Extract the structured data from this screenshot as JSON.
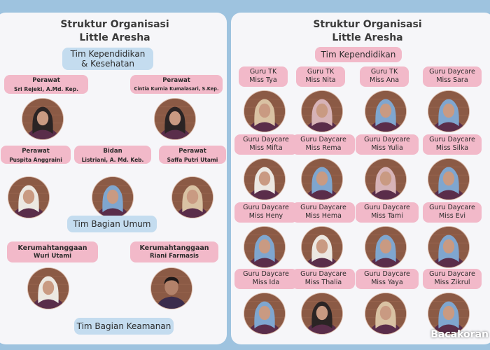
{
  "left": {
    "title_line1": "Struktur Organisasi",
    "title_line2": "Little Aresha",
    "section_health_line1": "Tim Kependidikan",
    "section_health_line2": "& Kesehatan",
    "staff": [
      {
        "role": "Perawat",
        "name": "Sri Rejeki, A.Md. Kep.",
        "avatar": "hijab-black-icon"
      },
      {
        "role": "Perawat",
        "name": "Cintia Kurnia Kumalasari, S.Kep.",
        "avatar": "hijab-black-icon"
      },
      {
        "role": "Perawat",
        "name": "Puspita Anggraini",
        "avatar": "hijab-white-icon"
      },
      {
        "role": "Bidan",
        "name": "Listriani, A. Md. Keb.",
        "avatar": "hijab-blue-icon"
      },
      {
        "role": "Perawat",
        "name": "Saffa Putri Utami",
        "avatar": "hijab-cream-icon"
      }
    ],
    "section_general": "Tim Bagian Umum",
    "general": [
      {
        "role": "Kerumahtanggaan",
        "name": "Wuri Utami",
        "avatar": "hijab-white-icon"
      },
      {
        "role": "Kerumahtanggaan",
        "name": "Riani Farmasis",
        "avatar": "man-portrait-icon"
      }
    ],
    "section_security": "Tim Bagian Keamanan"
  },
  "right": {
    "title_line1": "Struktur Organisasi",
    "title_line2": "Little Aresha",
    "section": "Tim Kependidikan",
    "teachers": [
      {
        "role": "Guru TK",
        "name": "Miss Tya",
        "avatar": "hijab-cream-icon"
      },
      {
        "role": "Guru TK",
        "name": "Miss Nita",
        "avatar": "hijab-pink-icon"
      },
      {
        "role": "Guru TK",
        "name": "Miss Ana",
        "avatar": "hijab-blue-icon"
      },
      {
        "role": "Guru Daycare",
        "name": "Miss Sara",
        "avatar": "hijab-blue-icon"
      },
      {
        "role": "Guru Daycare",
        "name": "Miss Mifta",
        "avatar": "hijab-white-icon"
      },
      {
        "role": "Guru Daycare",
        "name": "Miss Rema",
        "avatar": "hijab-blue-icon"
      },
      {
        "role": "Guru Daycare",
        "name": "Miss Yulia",
        "avatar": "hijab-pink-icon"
      },
      {
        "role": "Guru Daycare",
        "name": "Miss Silka",
        "avatar": "hijab-blue-icon"
      },
      {
        "role": "Guru Daycare",
        "name": "Miss Heny",
        "avatar": "hijab-blue-icon"
      },
      {
        "role": "Guru Daycare",
        "name": "Miss Hema",
        "avatar": "hijab-white-icon"
      },
      {
        "role": "Guru Daycare",
        "name": "Miss Tami",
        "avatar": "hijab-blue-icon"
      },
      {
        "role": "Guru Daycare",
        "name": "Miss Evi",
        "avatar": "hijab-blue-icon"
      },
      {
        "role": "Guru Daycare",
        "name": "Miss Ida",
        "avatar": "hijab-blue-icon"
      },
      {
        "role": "Guru Daycare",
        "name": "Miss Thalia",
        "avatar": "hijab-black-icon"
      },
      {
        "role": "Guru Daycare",
        "name": "Miss Yaya",
        "avatar": "hijab-cream-icon"
      },
      {
        "role": "Guru Daycare",
        "name": "Miss Zikrul",
        "avatar": "hijab-blue-icon"
      }
    ]
  },
  "watermark": "Bacakoran",
  "colors": {
    "background": "#9ec3df",
    "panel": "#f6f6f9",
    "pink_label": "#f2b9c9",
    "blue_label": "#c4dcef",
    "photo_backdrop": "#8c5a46"
  }
}
